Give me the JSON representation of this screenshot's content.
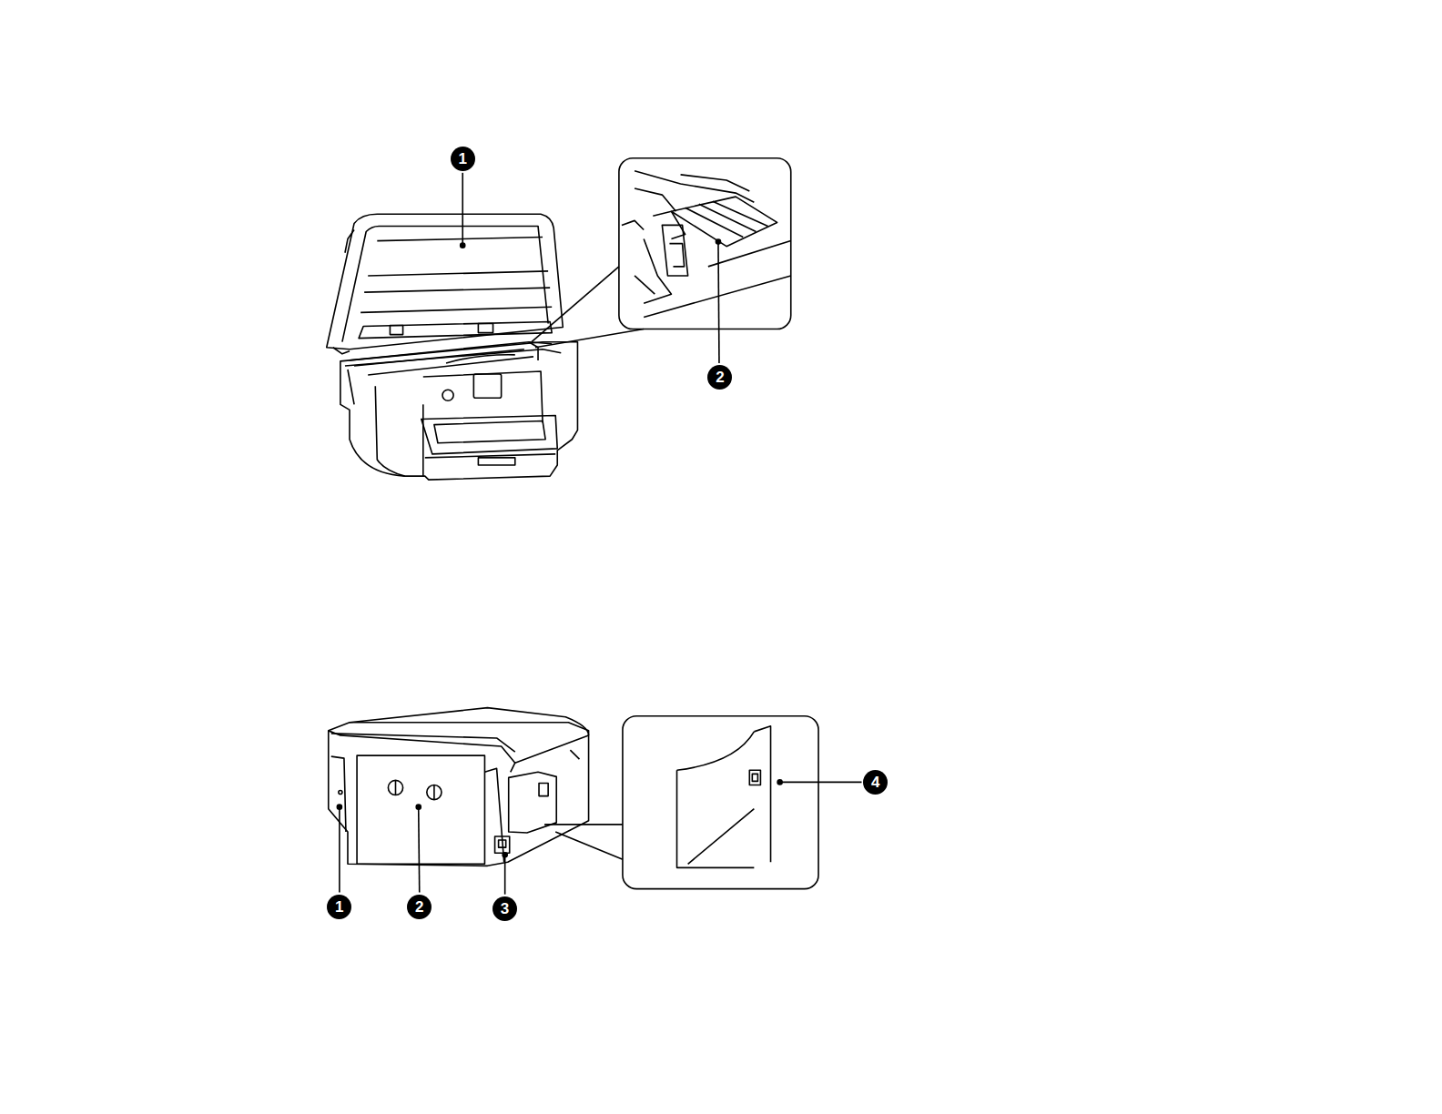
{
  "diagram": {
    "labels": [
      "1",
      "2",
      "1",
      "2",
      "3",
      "4"
    ]
  }
}
